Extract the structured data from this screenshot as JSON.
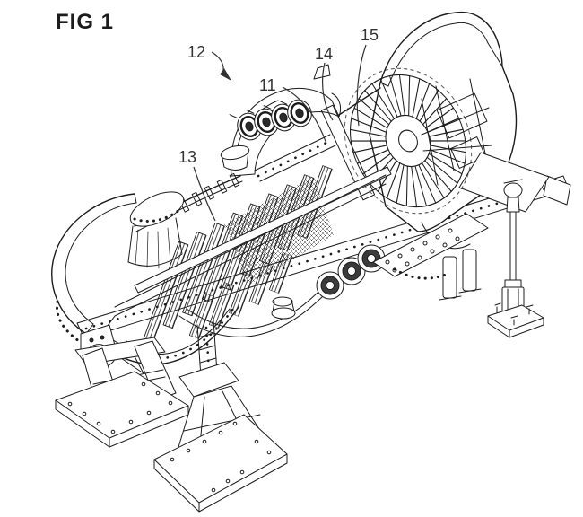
{
  "figure": {
    "title": "FIG 1",
    "labels": {
      "l11": "11",
      "l12": "12",
      "l13": "13",
      "l14": "14",
      "l15": "15"
    },
    "colors": {
      "ink": "#1c1c1c",
      "label_ink": "#333333",
      "background": "#ffffff"
    }
  }
}
